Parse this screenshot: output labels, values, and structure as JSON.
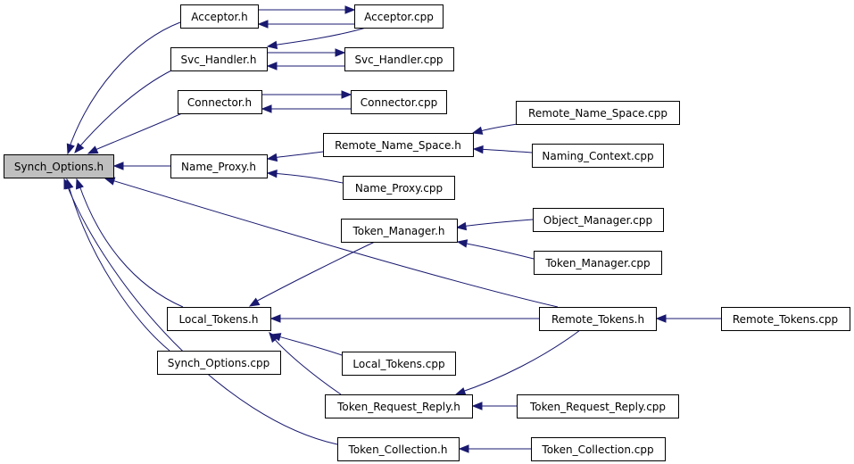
{
  "diagram": {
    "nodes": [
      {
        "id": "synch_options_h",
        "label": "Synch_Options.h",
        "highlight": true
      },
      {
        "id": "acceptor_h",
        "label": "Acceptor.h"
      },
      {
        "id": "acceptor_cpp",
        "label": "Acceptor.cpp"
      },
      {
        "id": "svc_handler_h",
        "label": "Svc_Handler.h"
      },
      {
        "id": "svc_handler_cpp",
        "label": "Svc_Handler.cpp"
      },
      {
        "id": "connector_h",
        "label": "Connector.h"
      },
      {
        "id": "connector_cpp",
        "label": "Connector.cpp"
      },
      {
        "id": "name_proxy_h",
        "label": "Name_Proxy.h"
      },
      {
        "id": "remote_name_space_h",
        "label": "Remote_Name_Space.h"
      },
      {
        "id": "remote_name_space_cpp",
        "label": "Remote_Name_Space.cpp"
      },
      {
        "id": "naming_context_cpp",
        "label": "Naming_Context.cpp"
      },
      {
        "id": "name_proxy_cpp",
        "label": "Name_Proxy.cpp"
      },
      {
        "id": "token_manager_h",
        "label": "Token_Manager.h"
      },
      {
        "id": "object_manager_cpp",
        "label": "Object_Manager.cpp"
      },
      {
        "id": "token_manager_cpp",
        "label": "Token_Manager.cpp"
      },
      {
        "id": "local_tokens_h",
        "label": "Local_Tokens.h"
      },
      {
        "id": "remote_tokens_h",
        "label": "Remote_Tokens.h"
      },
      {
        "id": "remote_tokens_cpp",
        "label": "Remote_Tokens.cpp"
      },
      {
        "id": "synch_options_cpp",
        "label": "Synch_Options.cpp"
      },
      {
        "id": "local_tokens_cpp",
        "label": "Local_Tokens.cpp"
      },
      {
        "id": "token_request_reply_h",
        "label": "Token_Request_Reply.h"
      },
      {
        "id": "token_request_reply_cpp",
        "label": "Token_Request_Reply.cpp"
      },
      {
        "id": "token_collection_h",
        "label": "Token_Collection.h"
      },
      {
        "id": "token_collection_cpp",
        "label": "Token_Collection.cpp"
      }
    ],
    "edges": [
      {
        "from": "acceptor_h",
        "to": "synch_options_h"
      },
      {
        "from": "svc_handler_h",
        "to": "synch_options_h"
      },
      {
        "from": "connector_h",
        "to": "synch_options_h"
      },
      {
        "from": "name_proxy_h",
        "to": "synch_options_h"
      },
      {
        "from": "remote_tokens_h",
        "to": "synch_options_h"
      },
      {
        "from": "local_tokens_h",
        "to": "synch_options_h"
      },
      {
        "from": "synch_options_cpp",
        "to": "synch_options_h"
      },
      {
        "from": "token_collection_h",
        "to": "synch_options_h"
      },
      {
        "from": "acceptor_cpp",
        "to": "acceptor_h"
      },
      {
        "from": "acceptor_h",
        "to": "acceptor_cpp"
      },
      {
        "from": "acceptor_cpp",
        "to": "svc_handler_h"
      },
      {
        "from": "svc_handler_cpp",
        "to": "svc_handler_h"
      },
      {
        "from": "svc_handler_h",
        "to": "svc_handler_cpp"
      },
      {
        "from": "connector_cpp",
        "to": "connector_h"
      },
      {
        "from": "connector_h",
        "to": "connector_cpp"
      },
      {
        "from": "remote_name_space_h",
        "to": "name_proxy_h"
      },
      {
        "from": "name_proxy_cpp",
        "to": "name_proxy_h"
      },
      {
        "from": "remote_name_space_cpp",
        "to": "remote_name_space_h"
      },
      {
        "from": "naming_context_cpp",
        "to": "remote_name_space_h"
      },
      {
        "from": "object_manager_cpp",
        "to": "token_manager_h"
      },
      {
        "from": "token_manager_cpp",
        "to": "token_manager_h"
      },
      {
        "from": "token_manager_h",
        "to": "local_tokens_h"
      },
      {
        "from": "remote_tokens_h",
        "to": "local_tokens_h"
      },
      {
        "from": "local_tokens_cpp",
        "to": "local_tokens_h"
      },
      {
        "from": "token_request_reply_h",
        "to": "local_tokens_h"
      },
      {
        "from": "remote_tokens_cpp",
        "to": "remote_tokens_h"
      },
      {
        "from": "remote_tokens_h",
        "to": "token_request_reply_h"
      },
      {
        "from": "token_request_reply_cpp",
        "to": "token_request_reply_h"
      },
      {
        "from": "token_collection_cpp",
        "to": "token_collection_h"
      }
    ]
  }
}
